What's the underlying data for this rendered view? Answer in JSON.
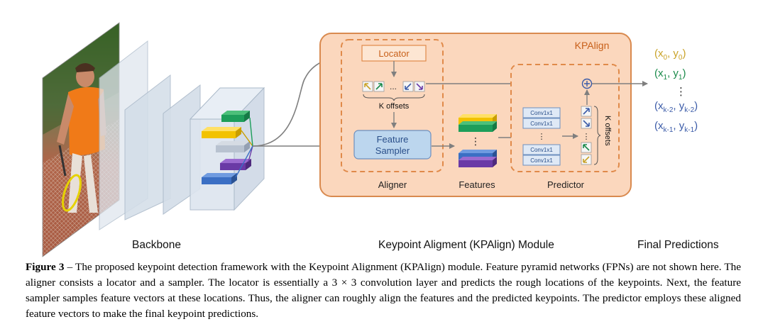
{
  "figure": {
    "labels": {
      "backbone": "Backbone",
      "module": "Keypoint Aligment (KPAlign) Module",
      "final": "Final Predictions"
    },
    "kpalign_title": "KPAlign",
    "aligner": {
      "title": "Aligner",
      "locator": "Locator",
      "dots": "...",
      "k_offsets": "K offsets",
      "sampler_line1": "Feature",
      "sampler_line2": "Sampler"
    },
    "features": {
      "title": "Features",
      "dots": "⋮"
    },
    "predictor": {
      "title": "Predictor",
      "conv": [
        "Conv1x1",
        "Conv1x1",
        "Conv1x1",
        "Conv1x1"
      ],
      "dots": "⋮",
      "k_offsets": "K offsets"
    },
    "outputs": [
      {
        "x": "x",
        "xs": "0",
        "y": "y",
        "ys": "0",
        "color": "#c9a227"
      },
      {
        "x": "x",
        "xs": "1",
        "y": "y",
        "ys": "1",
        "color": "#1a8a4a"
      },
      {
        "x": "x",
        "xs": "k-2",
        "y": "y",
        "ys": "k-2",
        "color": "#3b5ba8"
      },
      {
        "x": "x",
        "xs": "k-1",
        "y": "y",
        "ys": "k-1",
        "color": "#3b5ba8"
      }
    ],
    "outputs_dots": "⋮",
    "plus": "+",
    "colors": {
      "module_fill": "#fbd7bd",
      "module_border": "#d98a4f",
      "inner_border": "#e08a4a",
      "locator_fill": "#fde6d3",
      "sampler_fill": "#bcd6ee",
      "conv_fill": "#dfe9f6",
      "conv_border": "#6d8fbf",
      "arrow": "#7f7f7f",
      "yellow": "#f2c200",
      "green": "#1d9e5a",
      "blue": "#3b6fc4",
      "purple": "#6a3aa6"
    }
  },
  "caption": {
    "label": "Figure 3",
    "text": " – The proposed keypoint detection framework with the Keypoint Alignment (KPAlign) module. Feature pyramid networks (FPNs) are not shown here. The aligner consists a locator and a sampler. The locator is essentially a 3 × 3 convolution layer and predicts the rough locations of the keypoints. Next, the feature sampler samples feature vectors at these locations. Thus, the aligner can roughly align the features and the predicted keypoints. The predictor employs these aligned feature vectors to make the final keypoint predictions."
  }
}
